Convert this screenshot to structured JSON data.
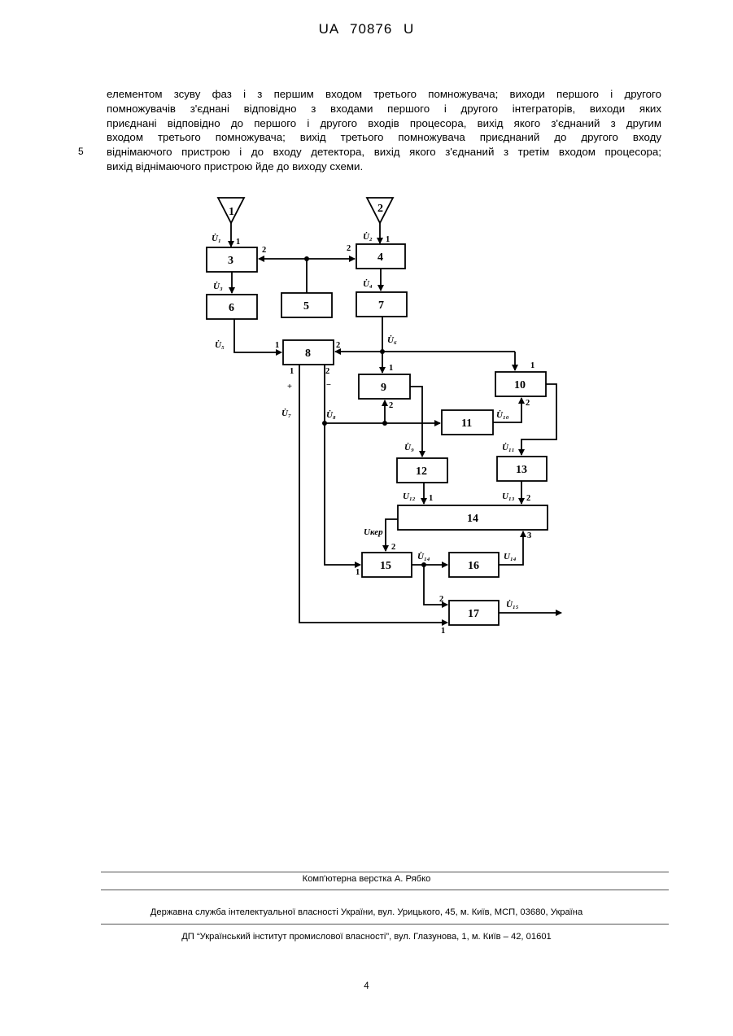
{
  "header": {
    "doc_id": "UA   70876   U"
  },
  "body": {
    "lines": [
      "елементом зсуву фаз і з першим входом третього помножувача; виходи першого і другого",
      "помножувачів з'єднані відповідно з входами першого і другого інтеграторів, виходи яких",
      "приєднані відповідно до першого і другого входів процесора, вихід якого з'єднаний з другим",
      "входом третього помножувача; вихід третього помножувача приєднаний до другого входу",
      "віднімаючого пристрою і до входу детектора, вихід якого з'єднаний з третім входом процесора;",
      "вихід віднімаючого пристрою йде до виходу схеми."
    ],
    "line_number": "5"
  },
  "diagram": {
    "antennas": [
      "1",
      "2"
    ],
    "blocks": [
      "3",
      "4",
      "5",
      "6",
      "7",
      "8",
      "9",
      "10",
      "11",
      "12",
      "13",
      "14",
      "15",
      "16",
      "17"
    ],
    "signals": {
      "u1": "U̇₁",
      "u2": "U̇₂",
      "u3": "U̇₃",
      "u4": "U̇₄",
      "u5": "U̇₅",
      "u6": "U̇₆",
      "u7": "U̇₇",
      "u8": "U̇₈",
      "u9": "U̇₉",
      "u10": "U̇₁₀",
      "u11": "U̇₁₁",
      "u12": "U₁₂",
      "u13": "U₁₃",
      "ucer": "Uкер",
      "u14a": "U̇₁₄",
      "u14b": "U₁₄",
      "u15": "U̇₁₅"
    },
    "ports": {
      "one": "1",
      "two": "2",
      "three": "3",
      "plus": "+",
      "minus": "−"
    }
  },
  "footer": {
    "layout": "Комп'ютерна верстка А. Рябко",
    "agency": "Державна служба інтелектуальної власності України, вул. Урицького, 45, м. Київ, МСП, 03680, Україна",
    "institute": "ДП “Український інститут промислової власності”, вул. Глазунова, 1, м. Київ – 42, 01601"
  },
  "page_number": "4"
}
